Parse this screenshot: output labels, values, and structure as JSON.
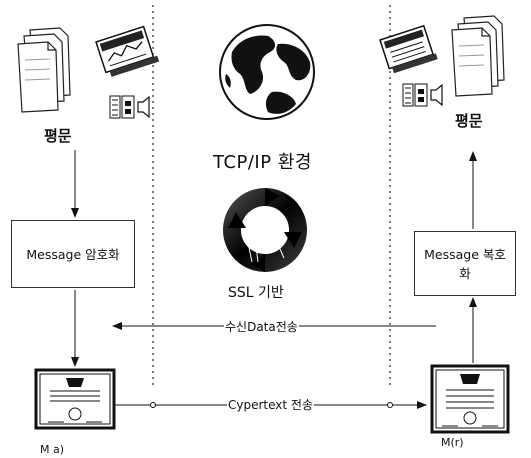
{
  "left_plaintext": "평문",
  "right_plaintext": "평문",
  "tcp_label": "TCP/IP 환경",
  "ssl_label": "SSL 기반",
  "encrypt_box": "Message 암호화",
  "decrypt_box": "Message 복호화",
  "receive_label": "수신Data전송",
  "send_label": "Cypertext 전송",
  "left_cert_label": "M a)",
  "right_cert_label": "M(r)"
}
